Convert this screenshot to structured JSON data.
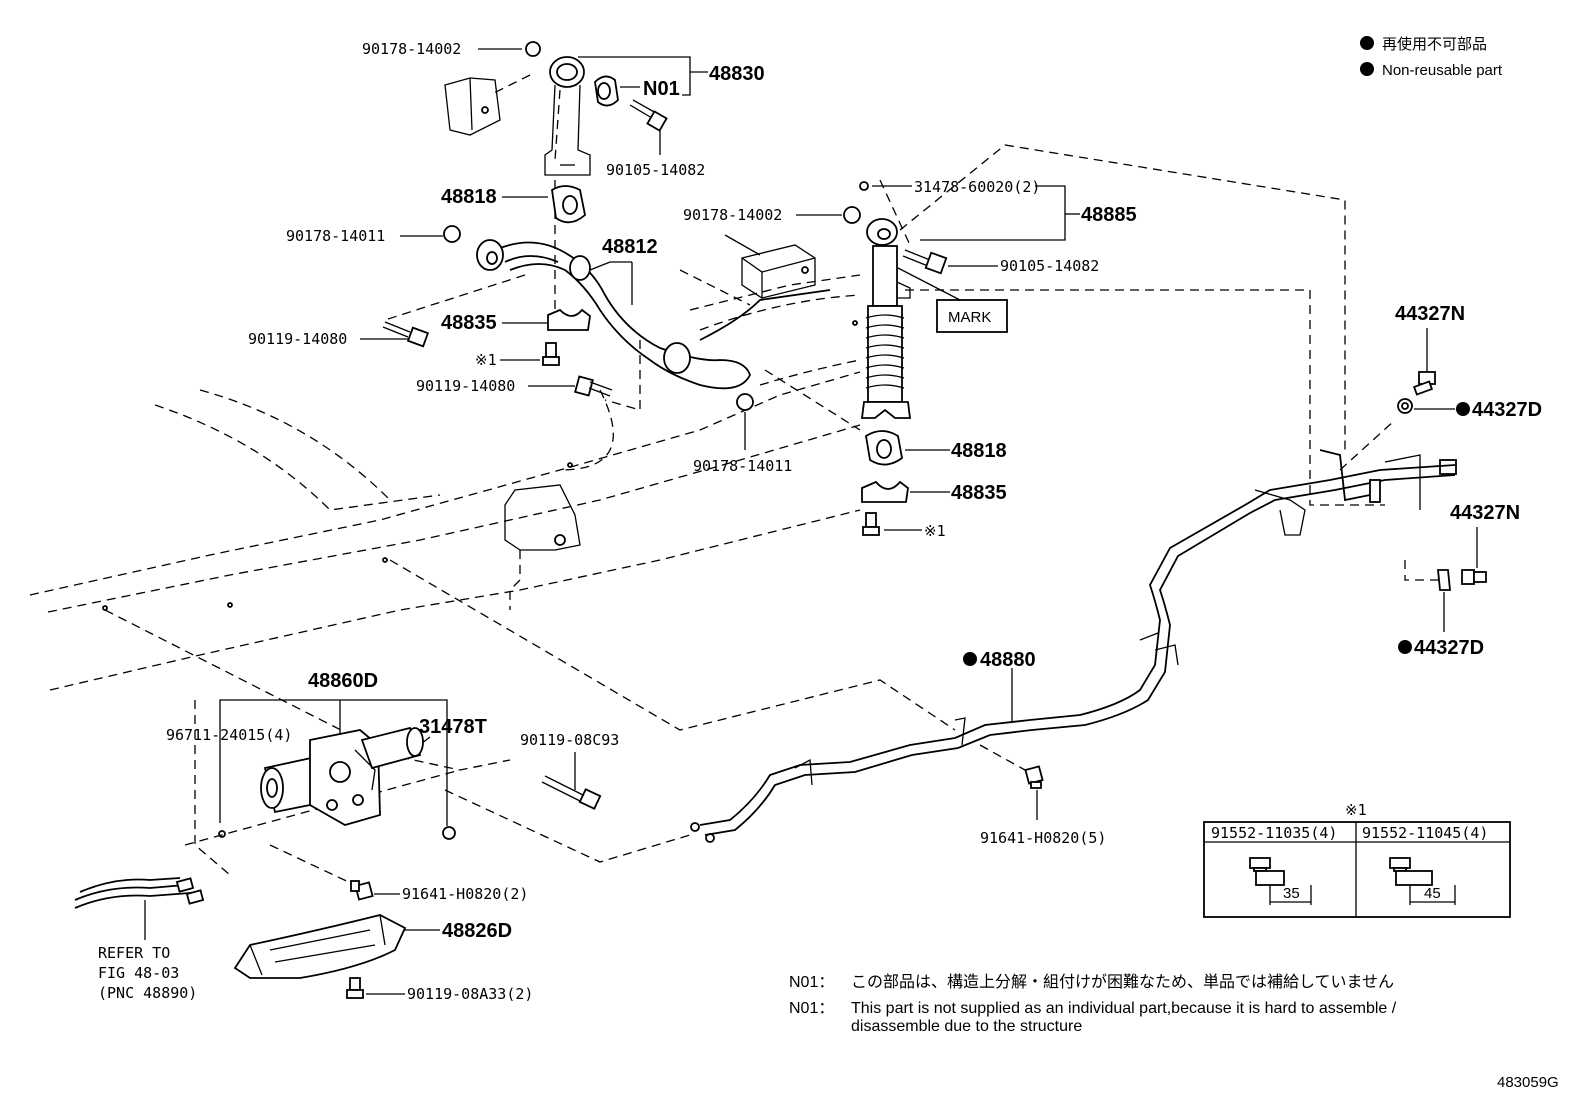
{
  "legend": {
    "items": [
      {
        "text": "再使用不可部品"
      },
      {
        "text": "Non-reusable part"
      }
    ]
  },
  "labels": {
    "p90178_14002_top": "90178-14002",
    "p48830": "48830",
    "pN01": "N01",
    "p90105_14082_top": "90105-14082",
    "p48818_top": "48818",
    "p90178_14011_left": "90178-14011",
    "p48812": "48812",
    "p48835_top": "48835",
    "p90119_14080_a": "90119-14080",
    "p_kome1_a": "※1",
    "p90119_14080_b": "90119-14080",
    "p90178_14011_mid": "90178-14011",
    "p31478_60020": "31478-60020(2)",
    "p90178_14002_mid": "90178-14002",
    "p48885": "48885",
    "p90105_14082_mid": "90105-14082",
    "mark": "MARK",
    "p48818_right": "48818",
    "p48835_right": "48835",
    "p_kome1_b": "※1",
    "p44327N_top": "44327N",
    "p44327D_top": "44327D",
    "p44327N_bottom": "44327N",
    "p44327D_bottom": "44327D",
    "p48880": "48880",
    "p48860D": "48860D",
    "p96711": "96711-24015(4)",
    "p31478T": "31478T",
    "p90119_08C93": "90119-08C93",
    "p91641_5": "91641-H0820(5)",
    "p91641_2": "91641-H0820(2)",
    "p48826D": "48826D",
    "p90119_08A33": "90119-08A33(2)",
    "refer_line1": "REFER TO",
    "refer_line2": "FIG 48-03",
    "refer_line3": "(PNC 48890)"
  },
  "table": {
    "title": "※1",
    "columns": [
      {
        "part": "91552-11035(4)",
        "dimension": "35"
      },
      {
        "part": "91552-11045(4)",
        "dimension": "45"
      }
    ]
  },
  "notes": [
    {
      "code": "N01：",
      "text": "この部品は、構造上分解・組付けが困難なため、単品では補給していません"
    },
    {
      "code": "N01：",
      "text": "This part is not supplied as an individual part,because it is hard to assemble /"
    },
    {
      "code": "",
      "text": "disassemble due to the structure"
    }
  ],
  "figure_id": "483059G"
}
